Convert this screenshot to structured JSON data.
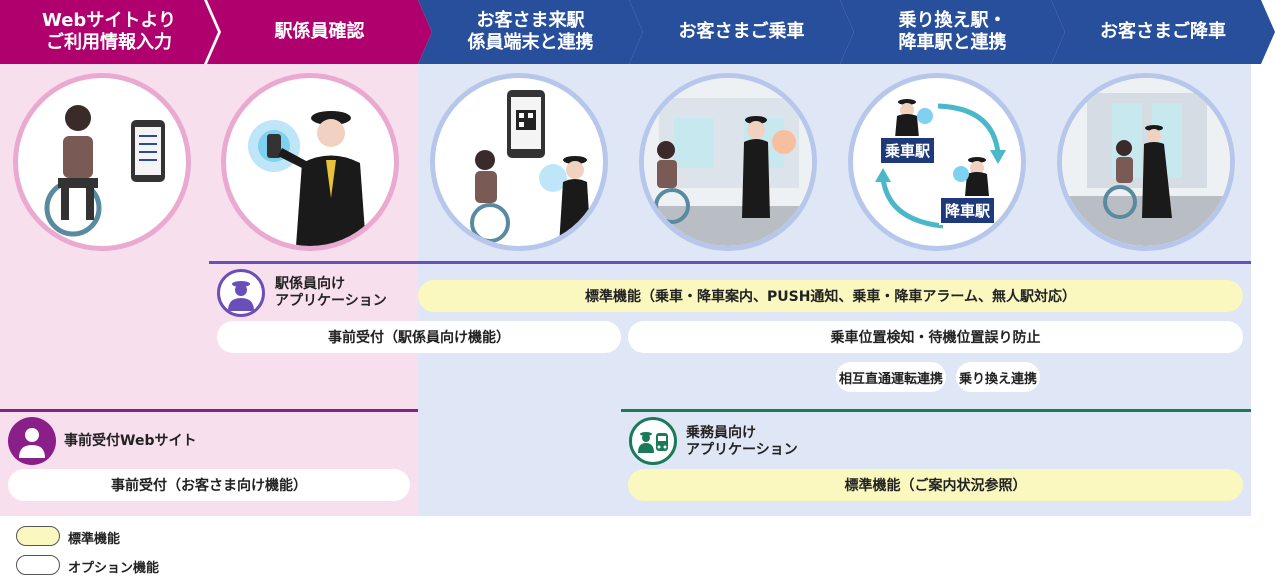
{
  "colors": {
    "magenta": "#b0006d",
    "blue": "#284f9c",
    "pink_bg": "#f7dfee",
    "blue_bg": "#dfe6f5",
    "staff_app_line": "#6a4fb8",
    "crew_app_line": "#1a7a5a",
    "web_line": "#8a1f8a",
    "standard_fill": "#fbf8bf",
    "option_fill": "#ffffff"
  },
  "steps": [
    {
      "label": "Webサイトより\nご利用情報入力"
    },
    {
      "label": "駅係員確認"
    },
    {
      "label": "お客さま来駅\n係員端末と連携"
    },
    {
      "label": "お客さまご乗車"
    },
    {
      "label": "乗り換え駅・\n降車駅と連携"
    },
    {
      "label": "お客さまご降車"
    }
  ],
  "scene_tags": {
    "boarding_station": "乗車駅",
    "alighting_station": "降車駅"
  },
  "station_staff_app": {
    "label": "駅係員向け\nアプリケーション",
    "icon": "station-staff-icon",
    "standard_feature": "標準機能（乗車・降車案内、PUSH通知、乗車・降車アラーム、無人駅対応）",
    "option_pre_reception": "事前受付（駅係員向け機能）",
    "option_position": "乗車位置検知・待機位置誤り防止",
    "option_through_service": "相互直通運転連携",
    "option_transfer": "乗り換え連携"
  },
  "web": {
    "label": "事前受付Webサイト",
    "icon": "person-icon",
    "option_pre_reception": "事前受付（お客さま向け機能）"
  },
  "crew_app": {
    "label": "乗務員向け\nアプリケーション",
    "icon": "crew-train-icon",
    "standard_feature": "標準機能（ご案内状況参照）"
  },
  "legend": {
    "standard": "標準機能",
    "option": "オプション機能"
  }
}
